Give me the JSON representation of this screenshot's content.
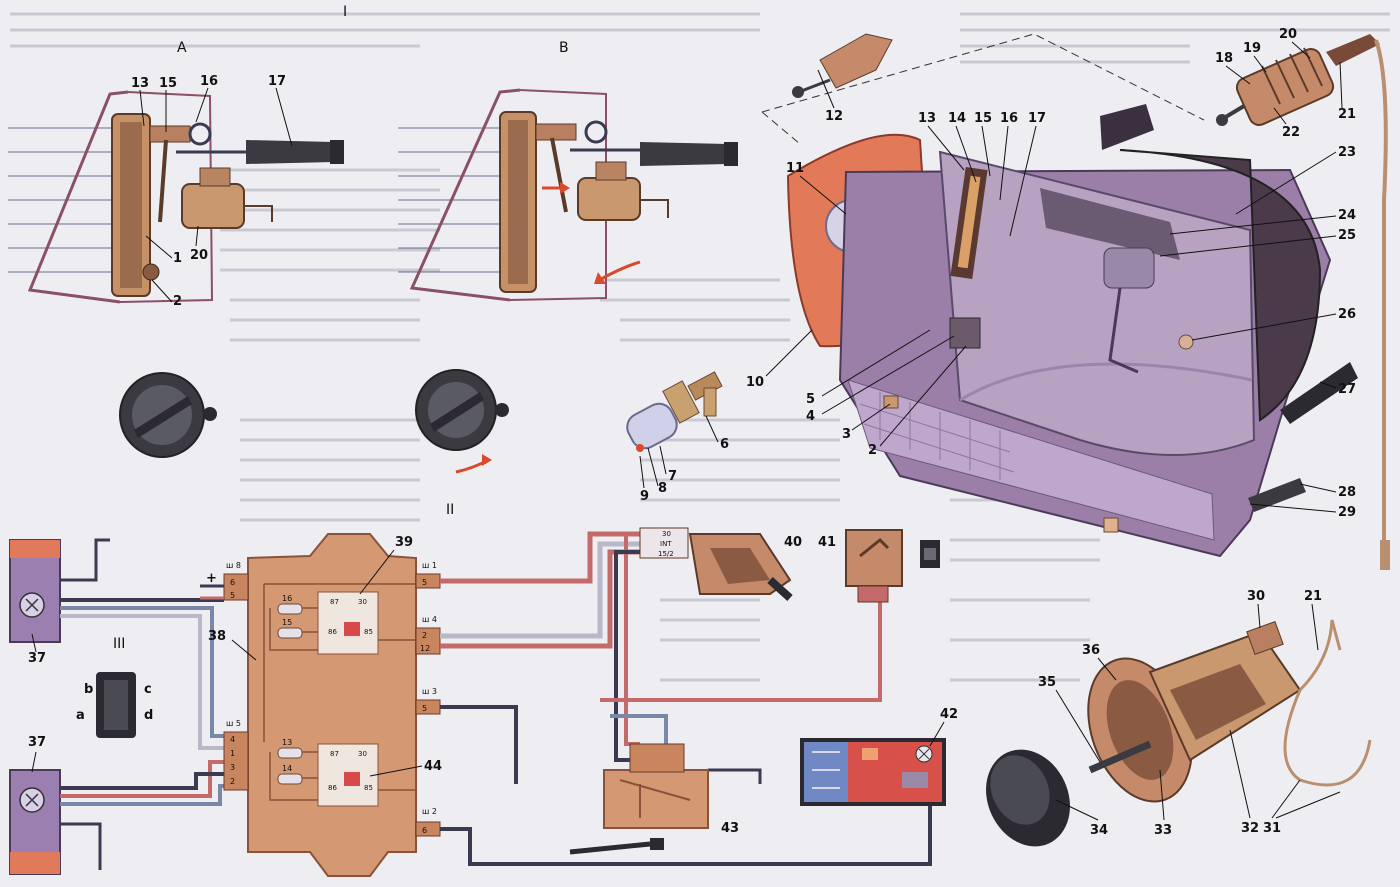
{
  "section_marks": {
    "top": "I",
    "middle": "II",
    "left": "III"
  },
  "view_marks": {
    "a": "A",
    "b": "B"
  },
  "callouts": {
    "n1": "1",
    "n2": "2",
    "n3": "3",
    "n4": "4",
    "n5": "5",
    "n6": "6",
    "n7": "7",
    "n8": "8",
    "n9": "9",
    "n10": "10",
    "n11": "11",
    "n12": "12",
    "n13": "13",
    "n14": "14",
    "n15": "15",
    "n16": "16",
    "n17": "17",
    "n18": "18",
    "n19": "19",
    "n20": "20",
    "n21": "21",
    "n22": "22",
    "n23": "23",
    "n24": "24",
    "n25": "25",
    "n26": "26",
    "n27": "27",
    "n28": "28",
    "n29": "29",
    "n30": "30",
    "n31": "31",
    "n32": "32",
    "n33": "33",
    "n34": "34",
    "n35": "35",
    "n36": "36",
    "n37": "37",
    "n38": "38",
    "n39": "39",
    "n40": "40",
    "n41": "41",
    "n42": "42",
    "n43": "43",
    "n44": "44"
  },
  "connector_letters": {
    "a": "a",
    "b": "b",
    "c": "c",
    "d": "d"
  },
  "plug_labels": {
    "sh1": "ш 1",
    "sh2": "ш 2",
    "sh3": "ш 3",
    "sh4": "ш 4",
    "sh5": "ш 5",
    "sh8": "ш 8"
  },
  "pin_labels": {
    "p6": "6",
    "p5": "5",
    "p5b": "5",
    "p2": "2",
    "p12": "12",
    "p5c": "5",
    "p6b": "6",
    "p4": "4",
    "p1": "1",
    "p3": "3",
    "p2b": "2"
  },
  "fuse_labels": {
    "f16": "16",
    "f15": "15",
    "f13": "13",
    "f14": "14"
  },
  "relay_pins": {
    "r87": "87",
    "r30": "30",
    "r86": "86",
    "r85": "85"
  },
  "ignition_terminals": {
    "t30": "30",
    "tint": "INT",
    "t15": "15/2"
  },
  "plus_sign": "+",
  "colors": {
    "board": "#d49872",
    "board_edge": "#8a5238",
    "lens": "#d8739a",
    "housing": "#9b7fa8",
    "reflector": "#b7a2c2",
    "wire_red": "#c46a6a",
    "wire_dark": "#333344",
    "panel_red": "#d8504a",
    "panel_blue": "#7088c4"
  }
}
